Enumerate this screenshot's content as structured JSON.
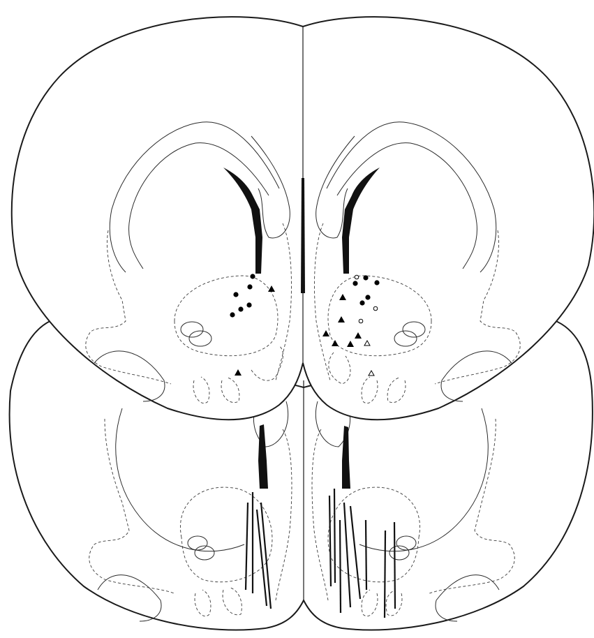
{
  "figure": {
    "sections": [
      "upper-section",
      "lower-section"
    ],
    "colors": {
      "outline": "#1a1a1a",
      "marker": "#000000",
      "background": "#ffffff"
    },
    "legend": {
      "filled-circle": "marker",
      "open-circle": "marker",
      "filled-triangle": "marker",
      "open-triangle": "marker",
      "vertical-line": "cannula track"
    }
  }
}
